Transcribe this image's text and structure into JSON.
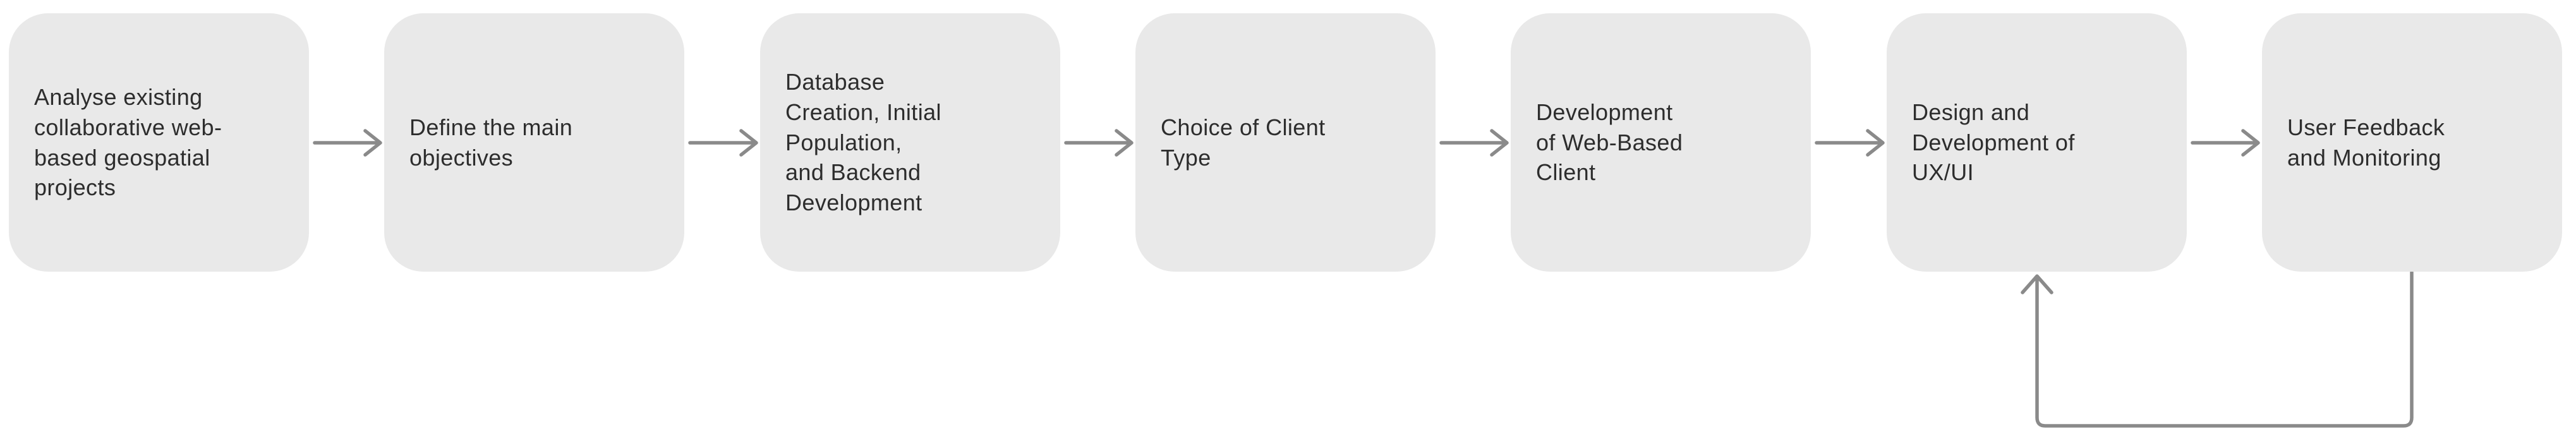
{
  "diagram": {
    "type": "flowchart",
    "direction": "left-to-right",
    "colors": {
      "background": "#ffffff",
      "box_fill": "#e9e9e9",
      "text_color": "#2d2d2d",
      "connector_color": "#8a8a8a"
    },
    "steps": [
      {
        "label": "Analyse existing\ncollaborative web-\nbased geospatial\nprojects"
      },
      {
        "label": "Define the main\nobjectives"
      },
      {
        "label": "Database\nCreation, Initial\nPopulation,\nand Backend\nDevelopment"
      },
      {
        "label": "Choice of Client\nType"
      },
      {
        "label": "Development\nof Web-Based\nClient"
      },
      {
        "label": "Design and\nDevelopment of\nUX/UI"
      },
      {
        "label": "User Feedback\nand Monitoring"
      }
    ],
    "connections": [
      {
        "from": 0,
        "to": 1,
        "style": "straight-arrow"
      },
      {
        "from": 1,
        "to": 2,
        "style": "straight-arrow"
      },
      {
        "from": 2,
        "to": 3,
        "style": "straight-arrow"
      },
      {
        "from": 3,
        "to": 4,
        "style": "straight-arrow"
      },
      {
        "from": 4,
        "to": 5,
        "style": "straight-arrow"
      },
      {
        "from": 5,
        "to": 6,
        "style": "straight-arrow"
      },
      {
        "from": 6,
        "to": 5,
        "style": "feedback-loop-bottom"
      }
    ]
  }
}
